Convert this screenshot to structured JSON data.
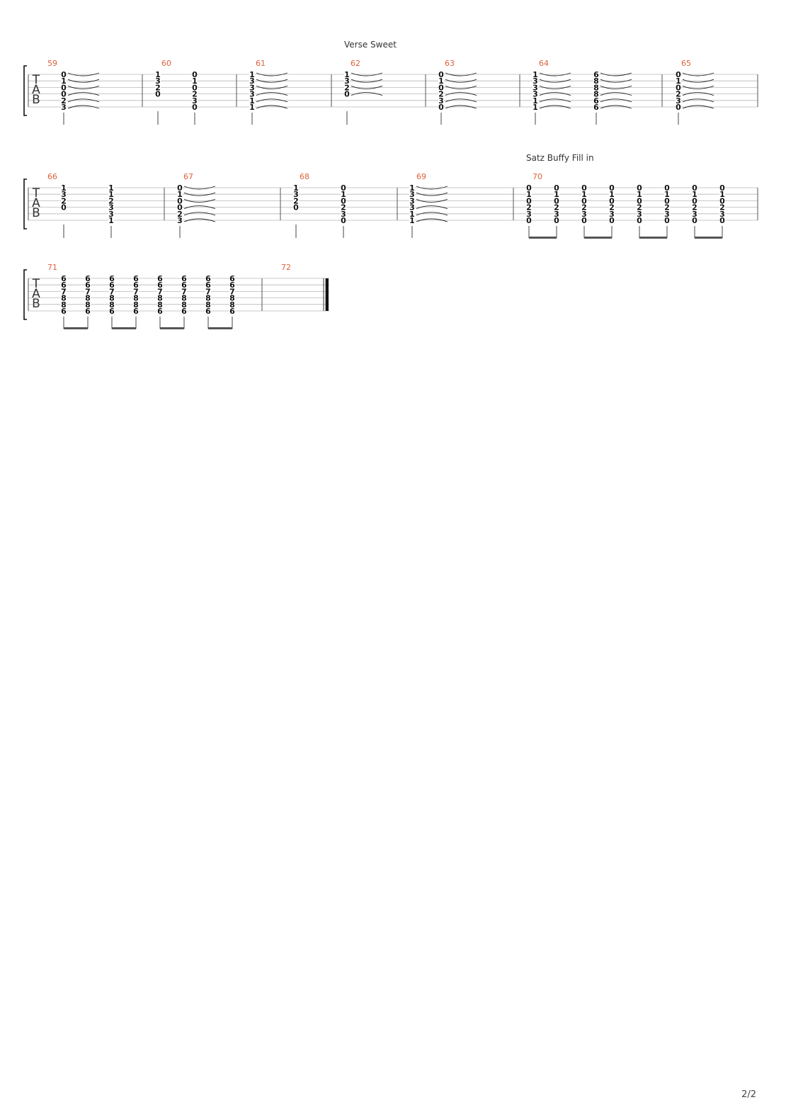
{
  "document": {
    "page_number": "2/2",
    "tab_clef": [
      "T",
      "A",
      "B"
    ],
    "colors": {
      "measure_number": "#e0603a",
      "ink": "#111111",
      "staff_line": "#b8b8b8"
    },
    "section_labels": [
      "Verse Sweet",
      "Satz Buffy Fill in"
    ]
  },
  "systems": [
    {
      "measures": [
        {
          "number": "59",
          "beats": [
            [
              "0",
              "1",
              "0",
              "0",
              "2",
              "3"
            ]
          ],
          "ties": true
        },
        {
          "number": "60",
          "beats": [
            [
              "1",
              "3",
              "2",
              "0",
              "",
              ""
            ],
            [
              "0",
              "1",
              "0",
              "2",
              "3",
              "0"
            ]
          ]
        },
        {
          "number": "61",
          "beats": [
            [
              "1",
              "3",
              "3",
              "3",
              "1",
              "1"
            ]
          ],
          "ties": true
        },
        {
          "number": "62",
          "beats": [
            [
              "1",
              "3",
              "2",
              "0",
              "",
              ""
            ]
          ],
          "ties": true
        },
        {
          "number": "63",
          "beats": [
            [
              "0",
              "1",
              "0",
              "2",
              "3",
              "0"
            ]
          ],
          "ties": true
        },
        {
          "number": "64",
          "beats": [
            [
              "1",
              "3",
              "3",
              "3",
              "1",
              "1"
            ],
            [
              "6",
              "8",
              "8",
              "8",
              "6",
              "6"
            ]
          ],
          "ties": true
        },
        {
          "number": "65",
          "beats": [
            [
              "0",
              "1",
              "0",
              "2",
              "3",
              "0"
            ]
          ],
          "ties": true
        }
      ]
    },
    {
      "measures": [
        {
          "number": "66",
          "beats": [
            [
              "1",
              "3",
              "2",
              "0",
              "",
              ""
            ],
            [
              "1",
              "1",
              "2",
              "3",
              "3",
              "1"
            ]
          ]
        },
        {
          "number": "67",
          "beats": [
            [
              "0",
              "1",
              "0",
              "0",
              "2",
              "3"
            ]
          ],
          "ties": true
        },
        {
          "number": "68",
          "beats": [
            [
              "1",
              "3",
              "2",
              "0",
              "",
              ""
            ],
            [
              "0",
              "1",
              "0",
              "2",
              "3",
              "0"
            ]
          ]
        },
        {
          "number": "69",
          "beats": [
            [
              "1",
              "3",
              "3",
              "3",
              "1",
              "1"
            ]
          ],
          "ties": true
        },
        {
          "number": "70",
          "beats": [
            [
              "0",
              "1",
              "0",
              "2",
              "3",
              "0"
            ],
            [
              "0",
              "1",
              "0",
              "2",
              "3",
              "0"
            ],
            [
              "0",
              "1",
              "0",
              "2",
              "3",
              "0"
            ],
            [
              "0",
              "1",
              "0",
              "2",
              "3",
              "0"
            ],
            [
              "0",
              "1",
              "0",
              "2",
              "3",
              "0"
            ],
            [
              "0",
              "1",
              "0",
              "2",
              "3",
              "0"
            ],
            [
              "0",
              "1",
              "0",
              "2",
              "3",
              "0"
            ],
            [
              "0",
              "1",
              "0",
              "2",
              "3",
              "0"
            ]
          ]
        }
      ]
    },
    {
      "measures": [
        {
          "number": "71",
          "beats": [
            [
              "6",
              "6",
              "7",
              "8",
              "8",
              "6"
            ],
            [
              "6",
              "6",
              "7",
              "8",
              "8",
              "6"
            ],
            [
              "6",
              "6",
              "7",
              "8",
              "8",
              "6"
            ],
            [
              "6",
              "6",
              "7",
              "8",
              "8",
              "6"
            ],
            [
              "6",
              "6",
              "7",
              "8",
              "8",
              "6"
            ],
            [
              "6",
              "6",
              "7",
              "8",
              "8",
              "6"
            ],
            [
              "6",
              "6",
              "7",
              "8",
              "8",
              "6"
            ],
            [
              "6",
              "6",
              "7",
              "8",
              "8",
              "6"
            ]
          ]
        },
        {
          "number": "72",
          "beats": []
        }
      ]
    }
  ]
}
